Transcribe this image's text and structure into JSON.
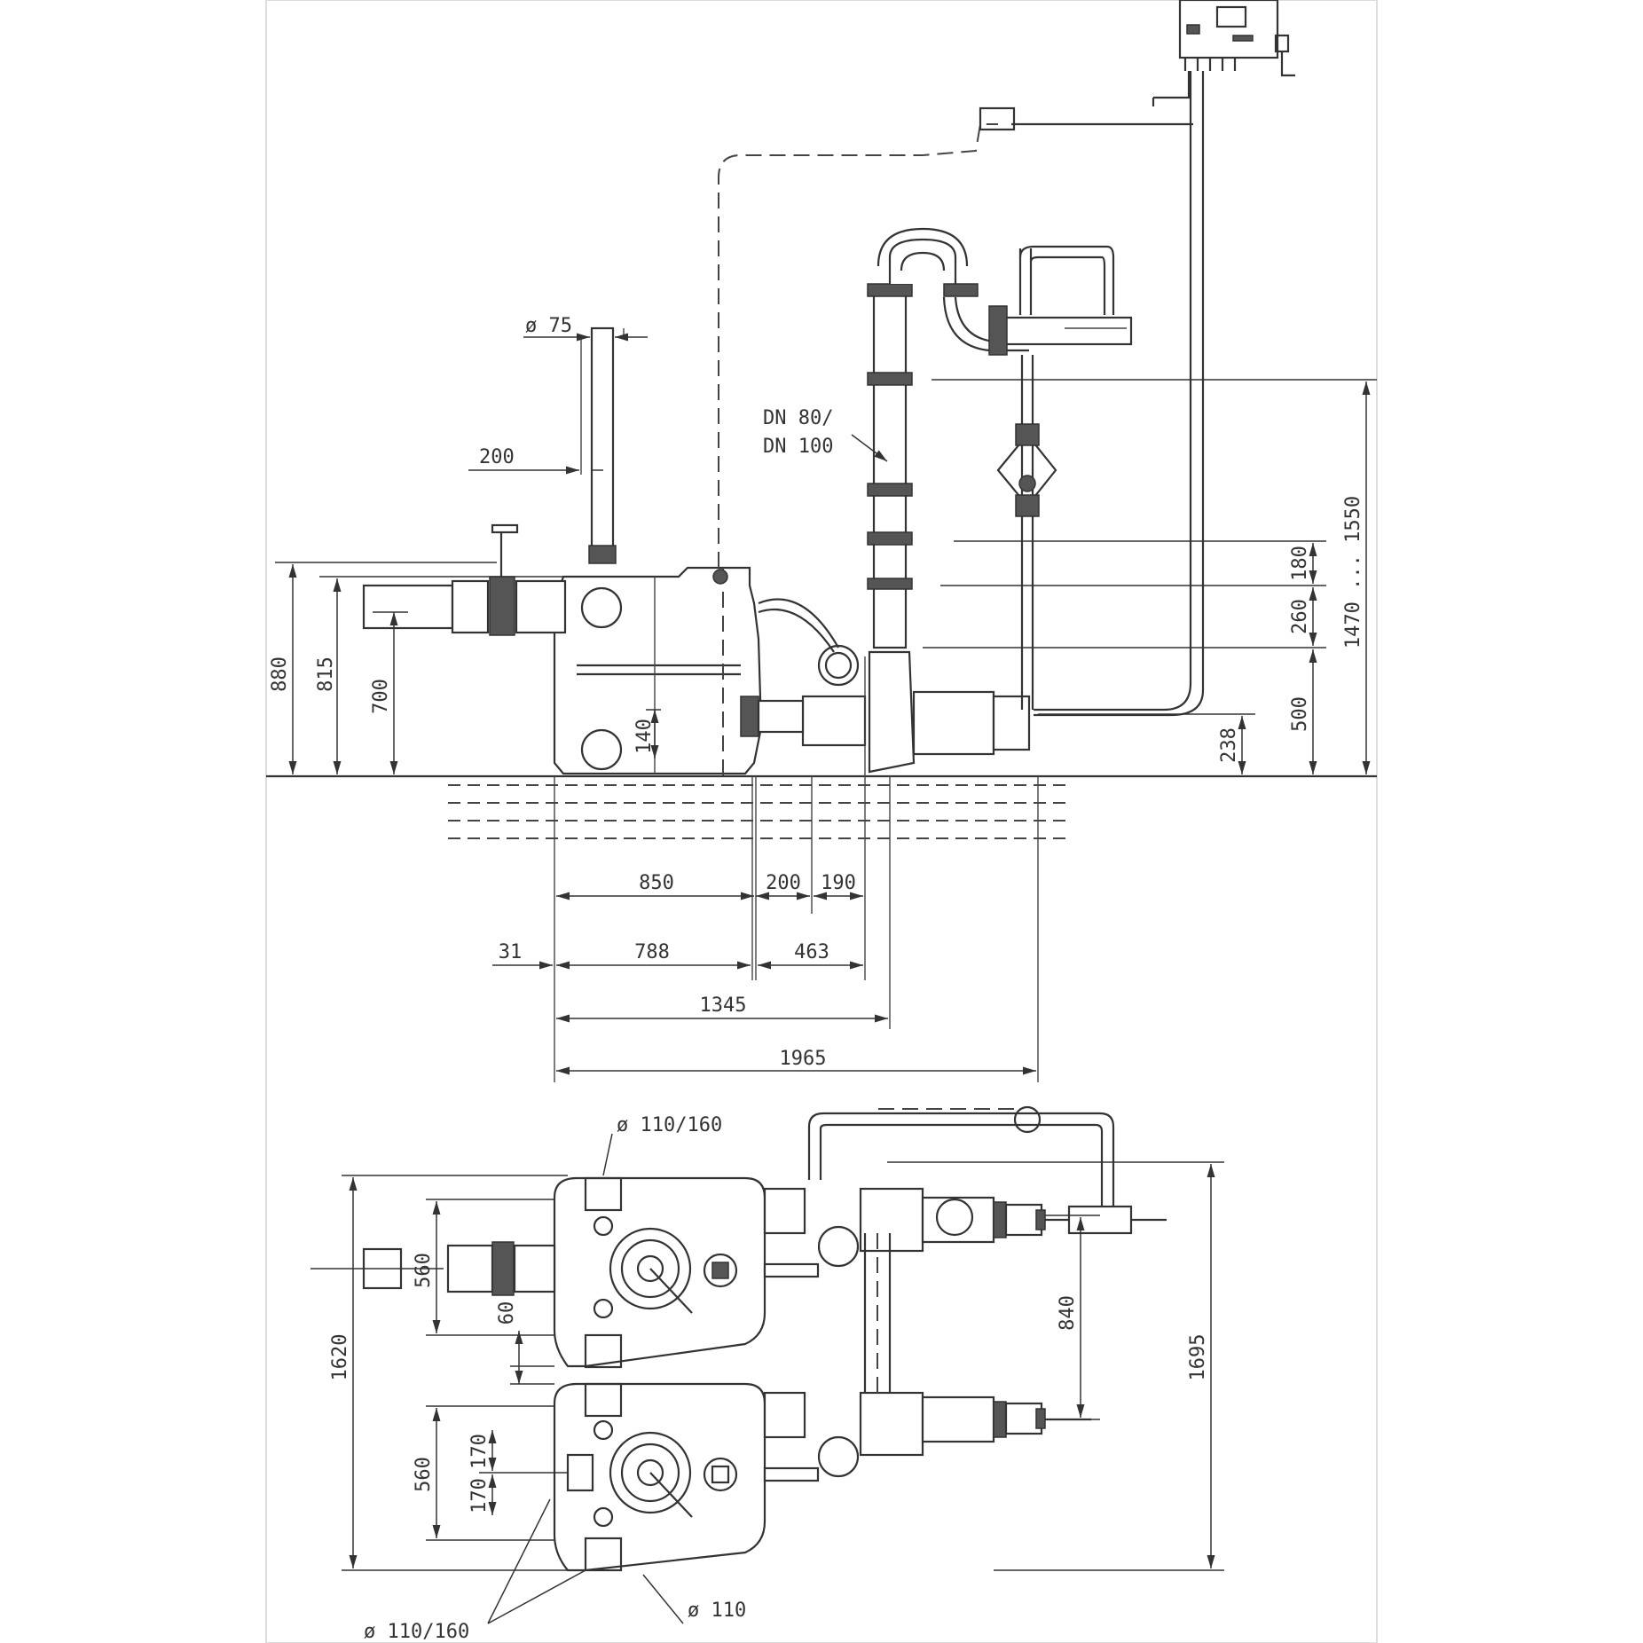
{
  "labels": {
    "d75": "ø 75",
    "d200_top": "200",
    "dn": "DN 80/",
    "dn2": "DN 100",
    "h880": "880",
    "h815": "815",
    "h700": "700",
    "h140": "140",
    "h180": "180",
    "h260": "260",
    "h500": "500",
    "h238": "238",
    "h1470": "1470 ... 1550",
    "w850": "850",
    "w200": "200",
    "w190": "190",
    "w31": "31",
    "w788": "788",
    "w463": "463",
    "w1345": "1345",
    "w1965": "1965",
    "d110_160_top": "ø 110/160",
    "p560a": "560",
    "p60": "60",
    "p1620": "1620",
    "p840": "840",
    "p1695": "1695",
    "p560b": "560",
    "p170a": "170",
    "p170b": "170",
    "d110_160_bot": "ø 110/160",
    "d110": "ø 110"
  }
}
